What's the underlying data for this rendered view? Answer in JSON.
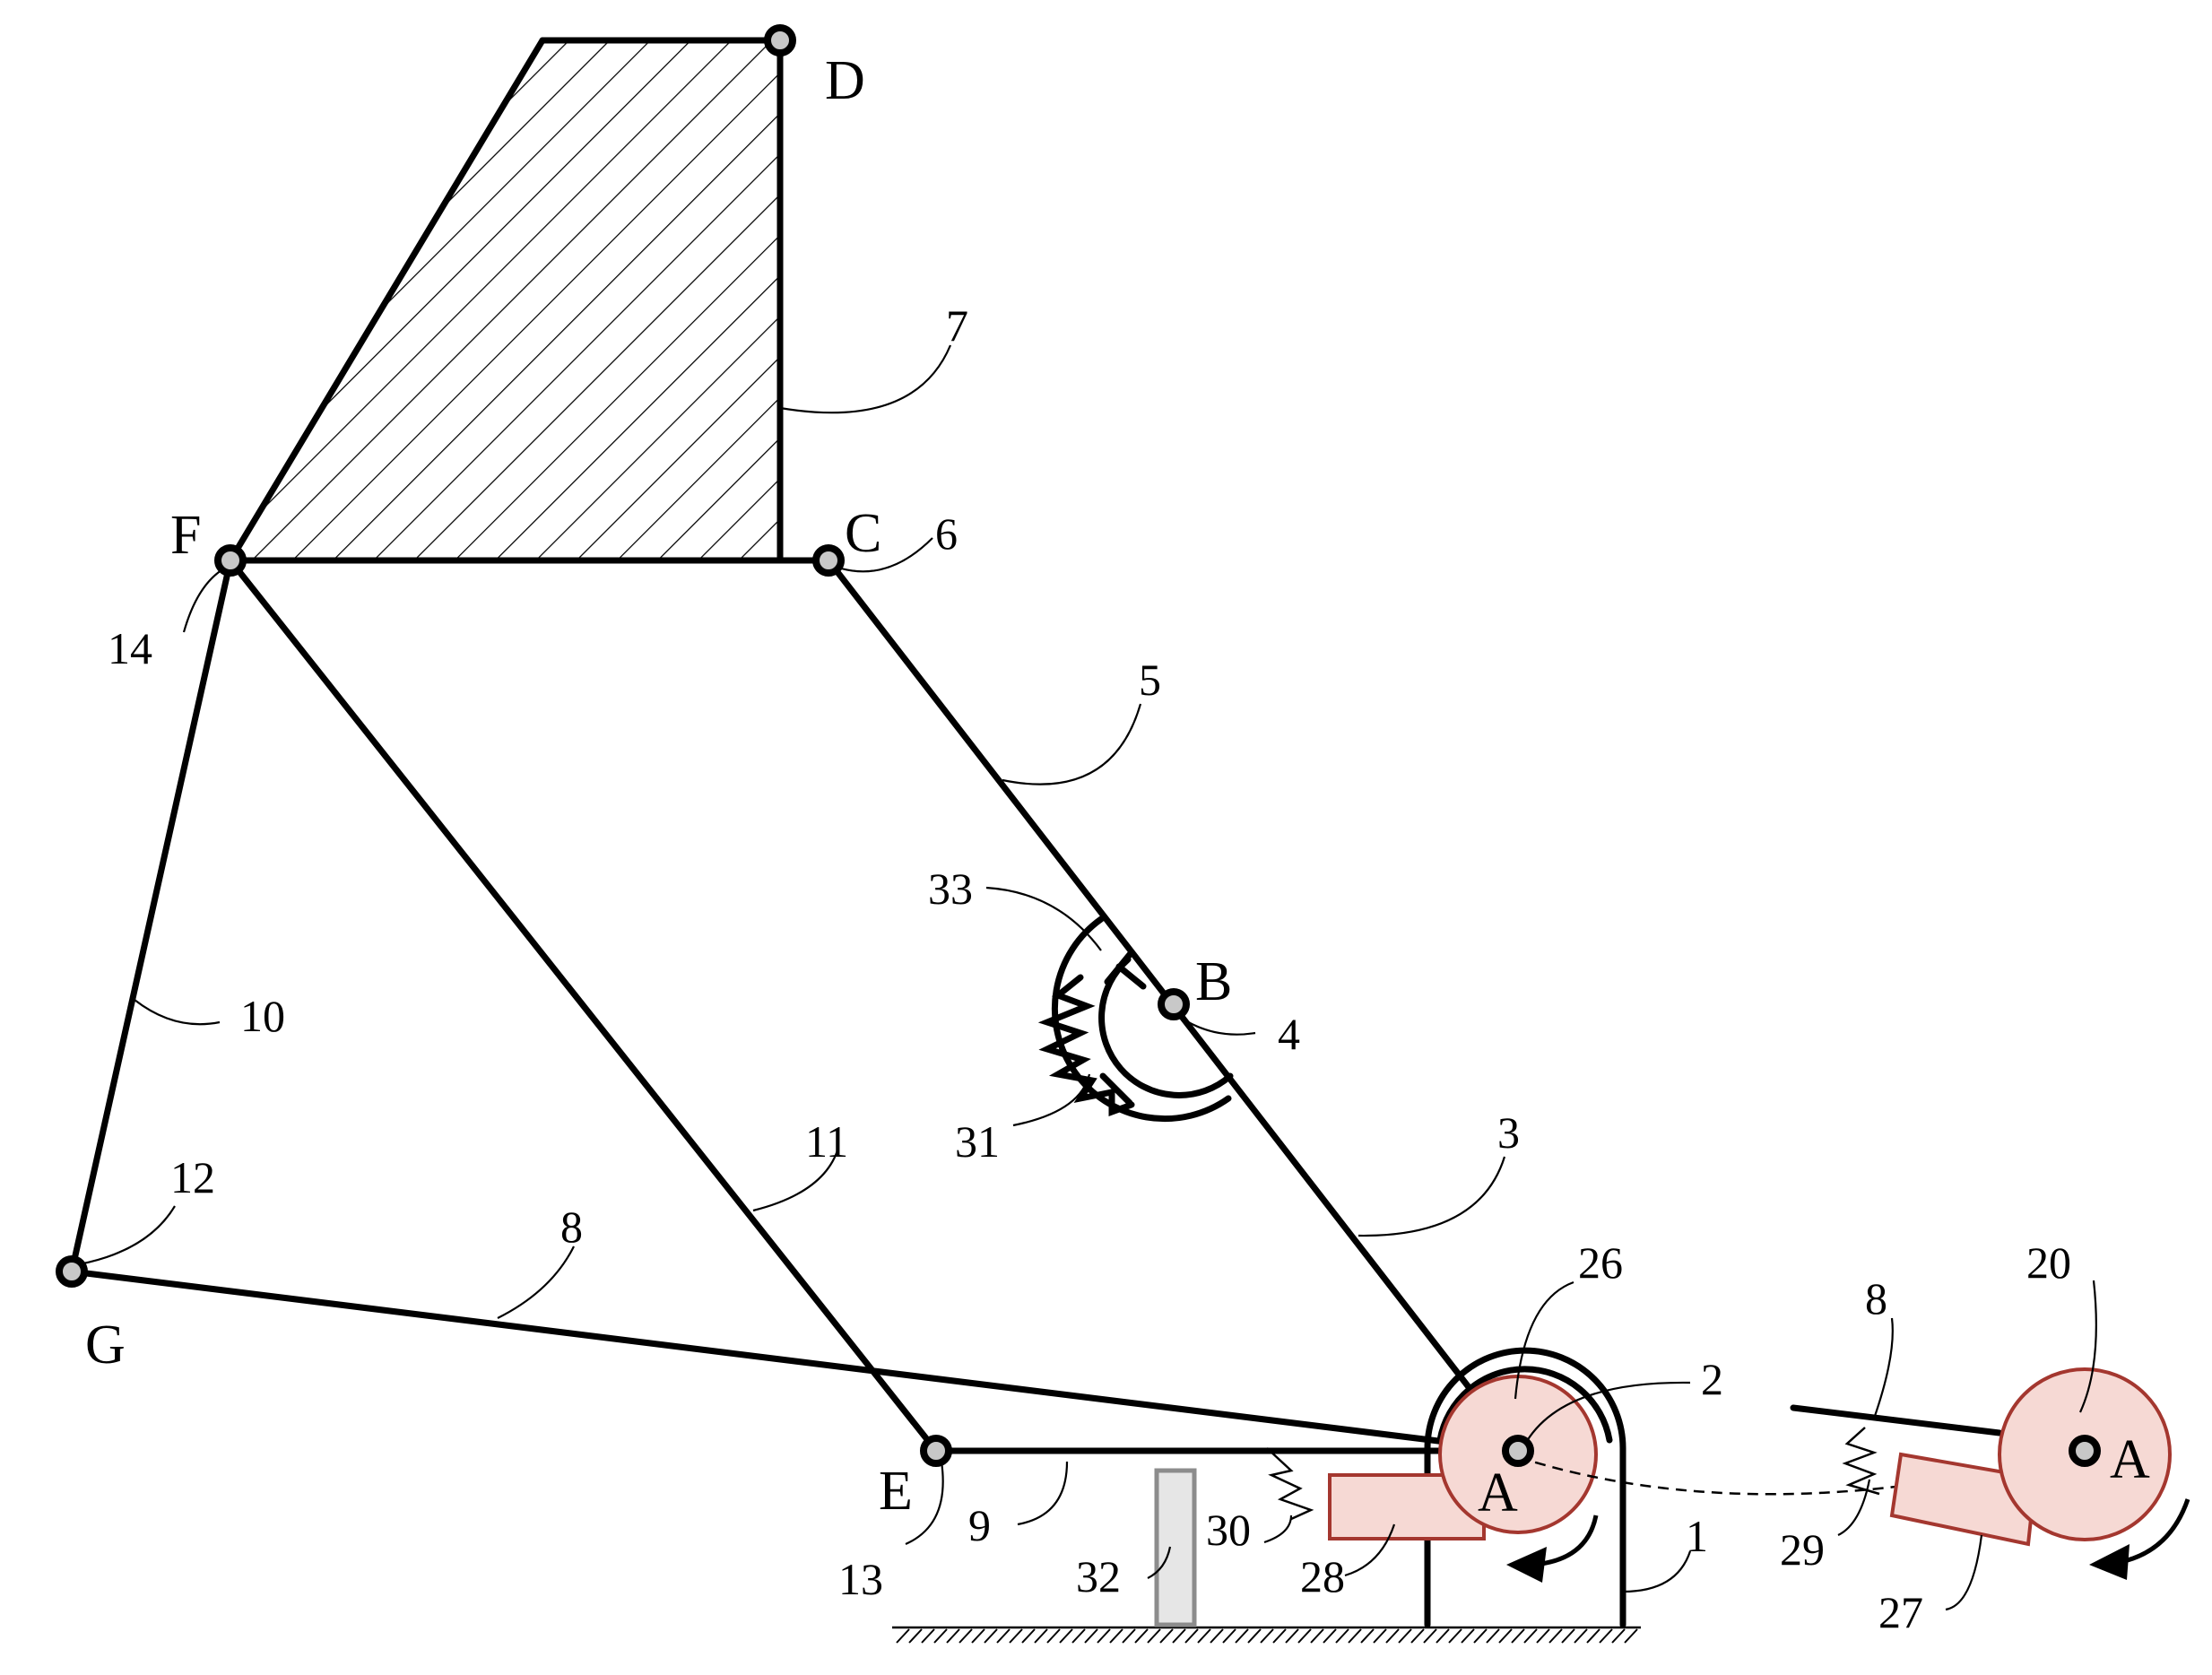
{
  "points": {
    "A": "A",
    "A_detail": "A",
    "B": "B",
    "C": "C",
    "D": "D",
    "E": "E",
    "F": "F",
    "G": "G"
  },
  "reference_numerals": {
    "n1": "1",
    "n2": "2",
    "n3": "3",
    "n4": "4",
    "n5": "5",
    "n6": "6",
    "n7": "7",
    "n8": "8",
    "n8_detail": "8",
    "n9": "9",
    "n10": "10",
    "n11": "11",
    "n12": "12",
    "n13": "13",
    "n14": "14",
    "n20": "20",
    "n26": "26",
    "n27": "27",
    "n28": "28",
    "n29": "29",
    "n30": "30",
    "n31": "31",
    "n32": "32",
    "n33": "33"
  },
  "colors": {
    "line": "#000000",
    "pin_fill": "#c8c8c8",
    "cam_stroke": "#a4372f",
    "cam_fill": "#f6d9d4",
    "post_fill": "#e6e6e6",
    "post_stroke": "#8c8c8c"
  },
  "icons": {
    "rotation_arrows": "curved-arrow-icon",
    "springs": "zigzag-spring-icon",
    "ground": "hatched-ground-icon"
  }
}
